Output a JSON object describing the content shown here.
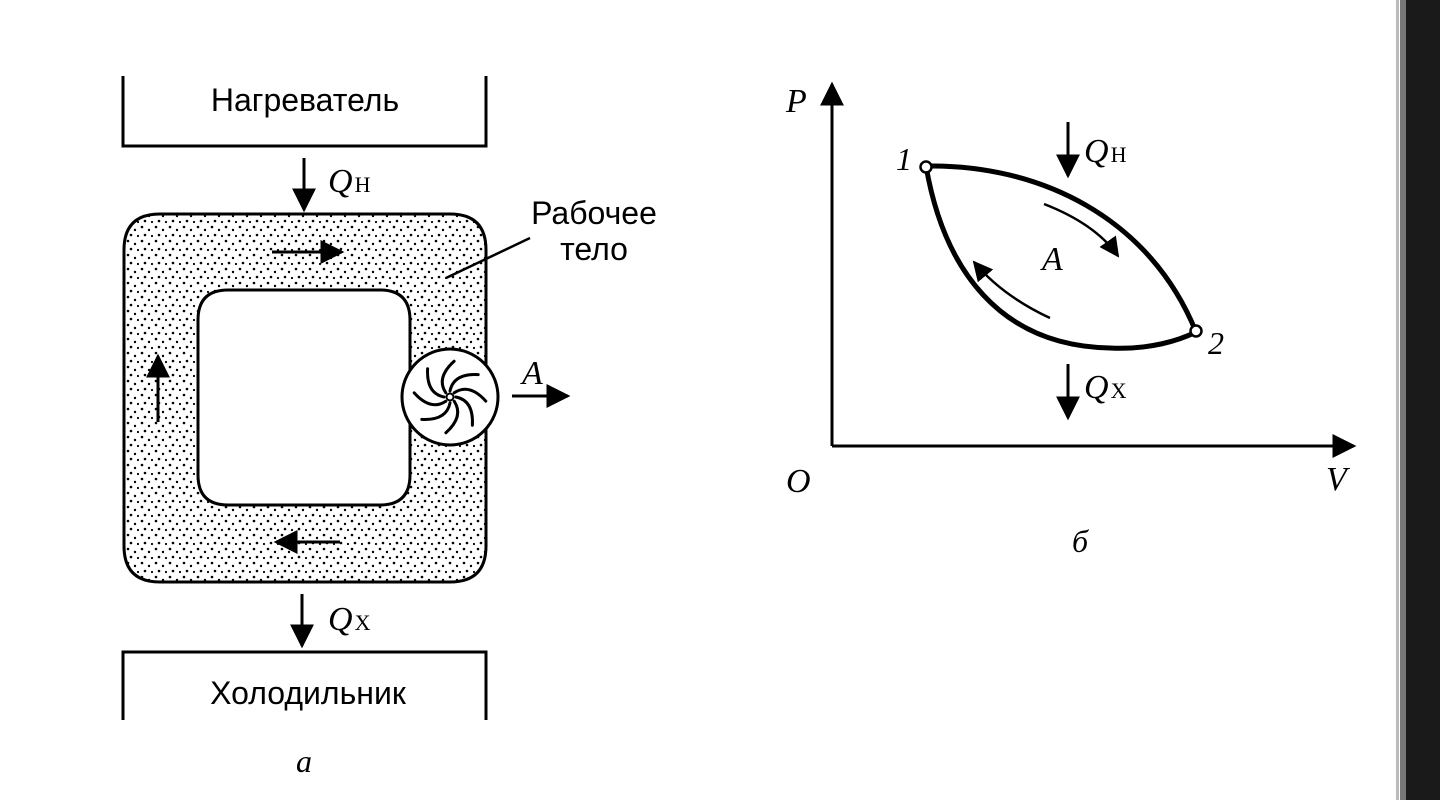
{
  "panel_a": {
    "heater_label": "Нагреватель",
    "cooler_label": "Холодильник",
    "working_body_line1": "Рабочее",
    "working_body_line2": "тело",
    "q_heat": "Q",
    "q_heat_sub": "Н",
    "q_cold": "Q",
    "q_cold_sub": "Х",
    "work_label": "A",
    "caption": "а"
  },
  "panel_b": {
    "axis_p": "P",
    "axis_v": "V",
    "origin": "O",
    "point_1": "1",
    "point_2": "2",
    "q_heat": "Q",
    "q_heat_sub": "Н",
    "q_cold": "Q",
    "q_cold_sub": "Х",
    "work_label": "A",
    "caption": "б"
  }
}
